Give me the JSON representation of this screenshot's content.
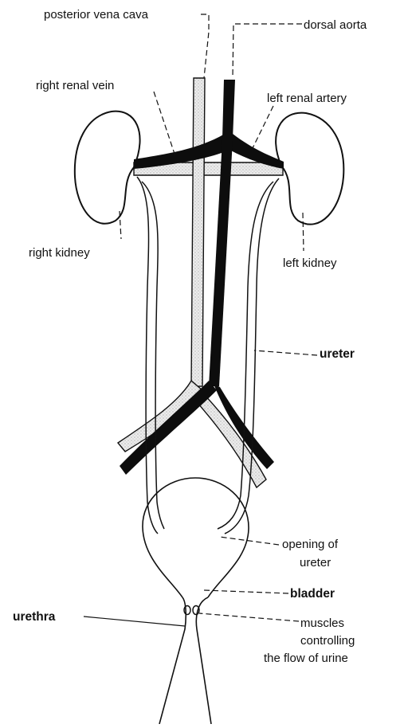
{
  "labels": {
    "posterior_vena_cava": "posterior vena cava",
    "dorsal_aorta": "dorsal aorta",
    "right_renal_vein": "right renal vein",
    "left_renal_artery": "left renal artery",
    "right_kidney": "right kidney",
    "left_kidney": "left kidney",
    "ureter": "ureter",
    "opening_of_ureter_line1": "opening of",
    "opening_of_ureter_line2": "ureter",
    "bladder": "bladder",
    "urethra": "urethra",
    "muscles_line1": "muscles",
    "muscles_line2": "controlling",
    "muscles_line3": "the flow of urine"
  },
  "colors": {
    "ink": "#111111",
    "vein_fill": "#e7e7e7",
    "artery": "#0d0d0d"
  }
}
